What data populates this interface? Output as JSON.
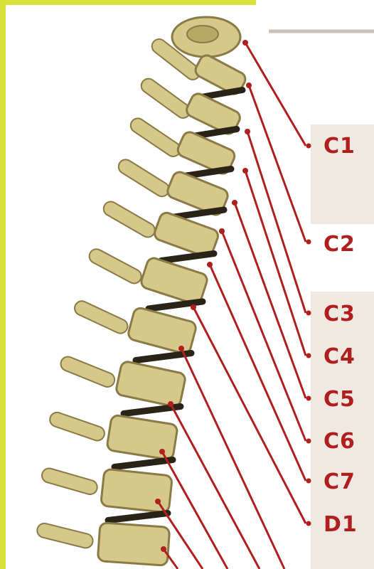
{
  "figure": {
    "vertebra_labels": [
      "C1",
      "C2",
      "C3",
      "C4",
      "C5",
      "C6",
      "C7",
      "D1"
    ]
  },
  "colors": {
    "frame": "#d8e23a",
    "bone": "#d6c78a",
    "bone_shadow": "#8a7a45",
    "disc": "#2a2418",
    "leader": "#b01e1e",
    "panel": "#efe9e2"
  }
}
